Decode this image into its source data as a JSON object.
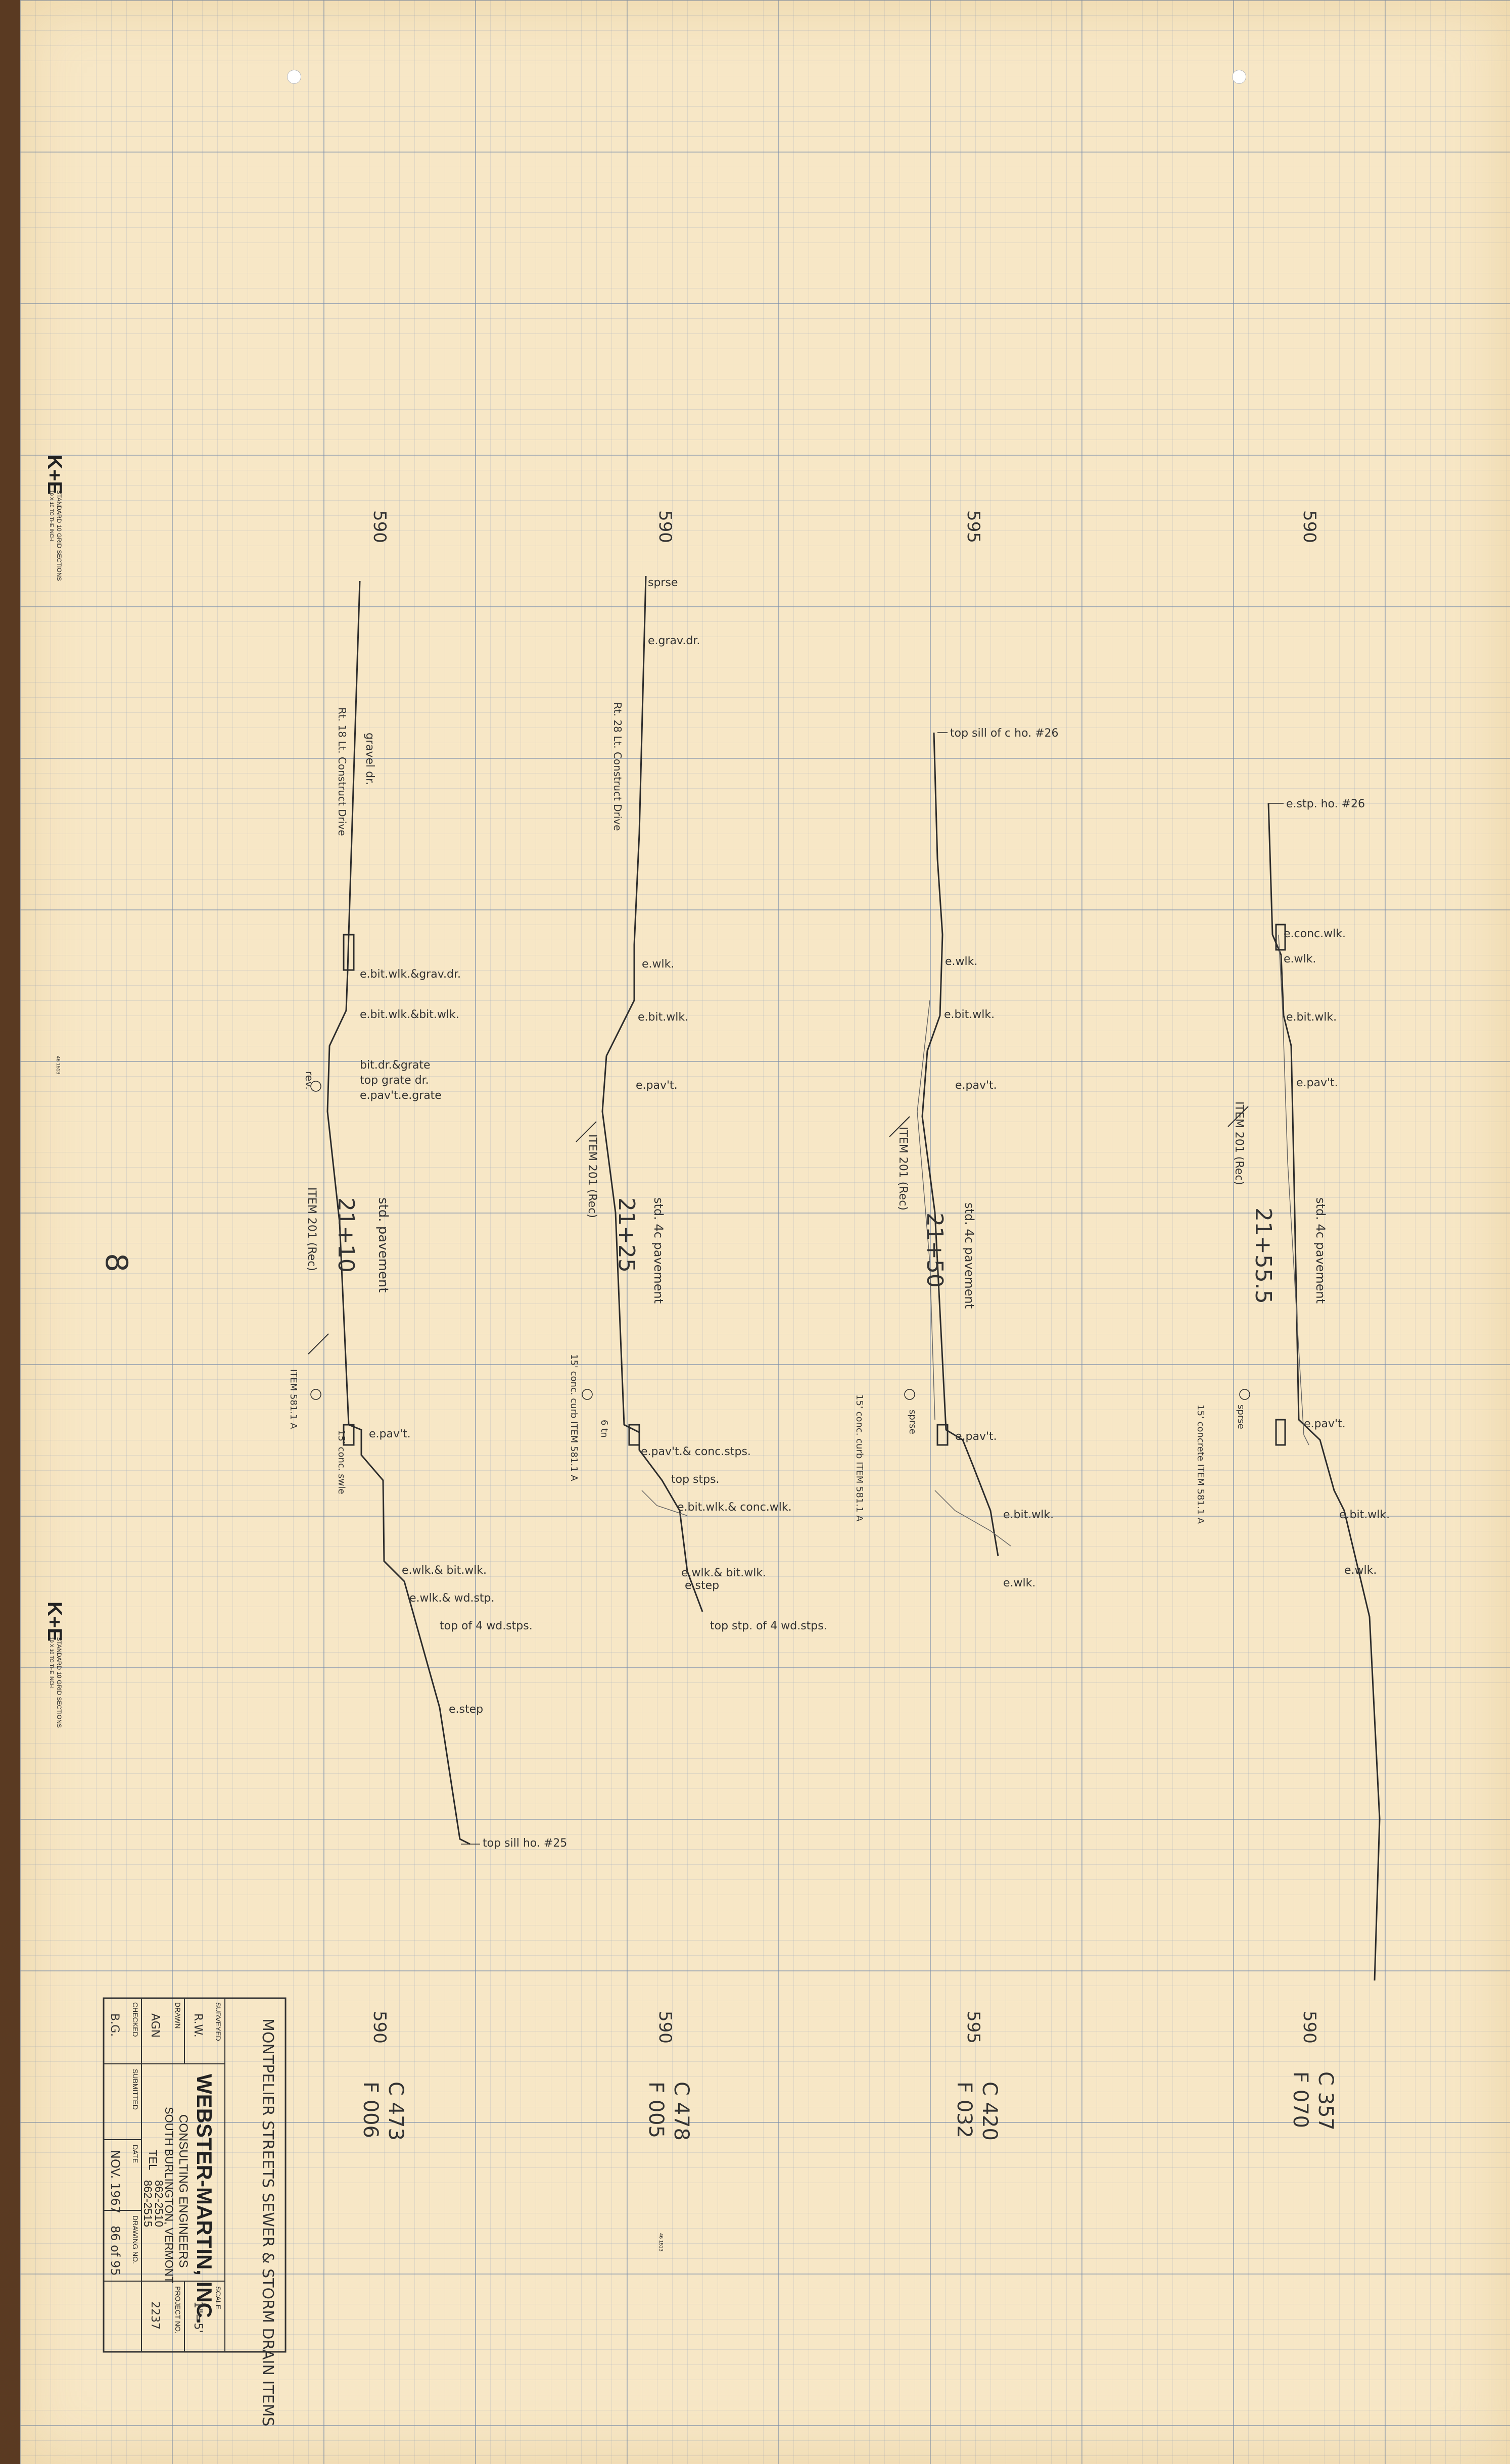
{
  "brand": {
    "logo": "K+E",
    "paper_label": "STANDARD 10 GRID SECTIONS",
    "paper_sub": "10 X 10 TO THE INCH"
  },
  "paper_stock": "46 1513",
  "stations": [
    {
      "elevation": "590",
      "elevation_end": "590",
      "code": "F 006",
      "subcode": "C 473",
      "station": "21+10",
      "pavement": "std. pavement",
      "item": "ITEM 201 (Rec)",
      "lower_item": "ITEM 581.1 A",
      "misc_notes": [
        "gravel dr.",
        "Rt. 18 Lt. Construct Drive",
        "rev.",
        "15' conc. swle"
      ],
      "labels_upper": [
        "e.bit.wlk.&grav.dr.",
        "e.bit.wlk.&bit.wlk.",
        "bit.dr.&grate",
        "top grate dr.",
        "e.pav't.e.grate"
      ],
      "labels_lower": [
        "e.pav't.",
        "e.wlk.& bit.wlk.",
        "e.wlk.& wd.stp.",
        "top of 4 wd.stps.",
        "e.step",
        "top sill ho. #25"
      ]
    },
    {
      "elevation": "590",
      "elevation_end": "590",
      "code": "F 005",
      "subcode": "C 478",
      "station": "21+25",
      "pavement": "std. 4c pavement",
      "item": "ITEM 201 (Rec)",
      "lower_item": "15' conc. curb ITEM 581.1 A",
      "misc_notes": [
        "sprse",
        "e.grav.dr.",
        "Rt. 28 Lt. Construct Drive",
        "6 tn"
      ],
      "labels_upper": [
        "e.wlk.",
        "e.bit.wlk."
      ],
      "labels_mid": [
        "e.pav't."
      ],
      "labels_lower": [
        "e.pav't.& conc.stps.",
        "top stps.",
        "e.bit.wlk.& conc.wlk.",
        "e.wlk.& bit.wlk.",
        "e.step",
        "top stp. of 4 wd.stps."
      ]
    },
    {
      "elevation": "595",
      "elevation_end": "595",
      "code": "F 032",
      "subcode": "C 420",
      "station": "21+50",
      "pavement": "std. 4c pavement",
      "item": "ITEM 201 (Rec)",
      "lower_item": "15' conc. curb ITEM 581.1 A",
      "misc_notes": [
        "sprse"
      ],
      "top_label": "top sill of c ho. #26",
      "labels_upper": [
        "e.wlk.",
        "e.bit.wlk."
      ],
      "labels_mid": [
        "e.pav't."
      ],
      "labels_lower": [
        "e.pav't.",
        "e.bit.wlk.",
        "e.wlk."
      ]
    },
    {
      "elevation": "590",
      "elevation_end": "590",
      "code": "F 070",
      "subcode": "C 357",
      "station": "21+55.5",
      "pavement": "std. 4c pavement",
      "item": "ITEM 201 (Rec)",
      "lower_item": "15' concrete ITEM 581.1 A",
      "misc_notes": [
        "sprse"
      ],
      "top_label": "e.stp. ho. #26",
      "labels_upper": [
        "e.conc.wlk.",
        "e.wlk.",
        "e.bit.wlk."
      ],
      "labels_mid": [
        "e.pav't."
      ],
      "labels_lower": [
        "e.pav't.",
        "e.bit.wlk.",
        "e.wlk."
      ]
    }
  ],
  "title_block": {
    "project_title": "MONTPELIER STREETS SEWER & STORM DRAIN ITEMS",
    "company": "WEBSTER-MARTIN, INC.",
    "subtitle": "CONSULTING ENGINEERS",
    "address": "SOUTH BURLINGTON, VERMONT",
    "tel_label": "TEL",
    "tel": "862-2510",
    "tel2": "862-2515",
    "field_labels": [
      "SURVEYED",
      "DRAWN",
      "CHECKED",
      "SUBMITTED",
      "DATE",
      "SCALE",
      "PROJECT NO.",
      "DRAWING NO."
    ],
    "surveyed_by": "R.W.",
    "drawn_by": "AGN",
    "checked_by": "B.G.",
    "date": "NOV. 1967",
    "scale": "1\"=5'",
    "project_no": "2237",
    "drawing_no": "86 of 95"
  },
  "misc_mark": "8"
}
